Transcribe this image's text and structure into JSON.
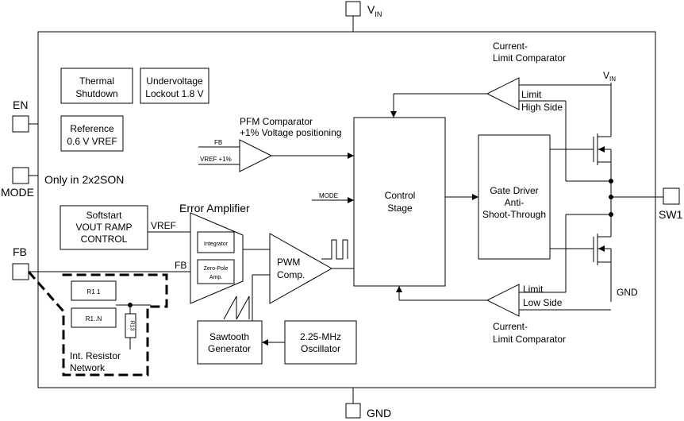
{
  "pins": {
    "vin": "V",
    "vin_sub": "IN",
    "en": "EN",
    "mode": "MODE",
    "mode_note": "Only in  2x2SON",
    "fb": "FB",
    "gnd": "GND",
    "sw1": "SW1"
  },
  "blocks": {
    "thermal": [
      "Thermal",
      "Shutdown"
    ],
    "uvlo": [
      "Undervoltage",
      "Lockout 1.8 V"
    ],
    "reference": [
      "Reference",
      "0.6 V VREF"
    ],
    "softstart": [
      "Softstart",
      "VOUT RAMP",
      "CONTROL"
    ],
    "control": [
      "Control",
      "Stage"
    ],
    "gate_driver": [
      "Gate Driver",
      "Anti-",
      "Shoot-Through"
    ],
    "sawtooth": [
      "Sawtooth",
      "Generator"
    ],
    "oscillator": [
      "2.25-MHz",
      "Oscillator"
    ],
    "integrator": "Integrator",
    "zero_pole": [
      "Zero-Pole",
      "Amp."
    ],
    "pwm": [
      "PWM",
      "Comp."
    ],
    "resistor_network": [
      "Int. Resistor",
      "Network"
    ],
    "r1": "R1 1",
    "r1n": "R1..N",
    "r3": "R13"
  },
  "labels": {
    "pfm": [
      "PFM Comparator",
      "+1% Voltage positioning"
    ],
    "pfm_fb": "FB",
    "pfm_vref": "VREF +1%",
    "mode_in": "MODE",
    "error_amp": "Error Amplifier",
    "vref": "VREF",
    "fb_in": "FB",
    "cl_top": [
      "Current-",
      "Limit Comparator"
    ],
    "cl_top_limit": "Limit",
    "cl_top_side": "High Side",
    "cl_bot": [
      "Current-",
      "Limit Comparator"
    ],
    "cl_bot_limit": "Limit",
    "cl_bot_side": "Low Side",
    "vin_right": "V",
    "vin_right_sub": "IN",
    "gnd_right": "GND"
  }
}
